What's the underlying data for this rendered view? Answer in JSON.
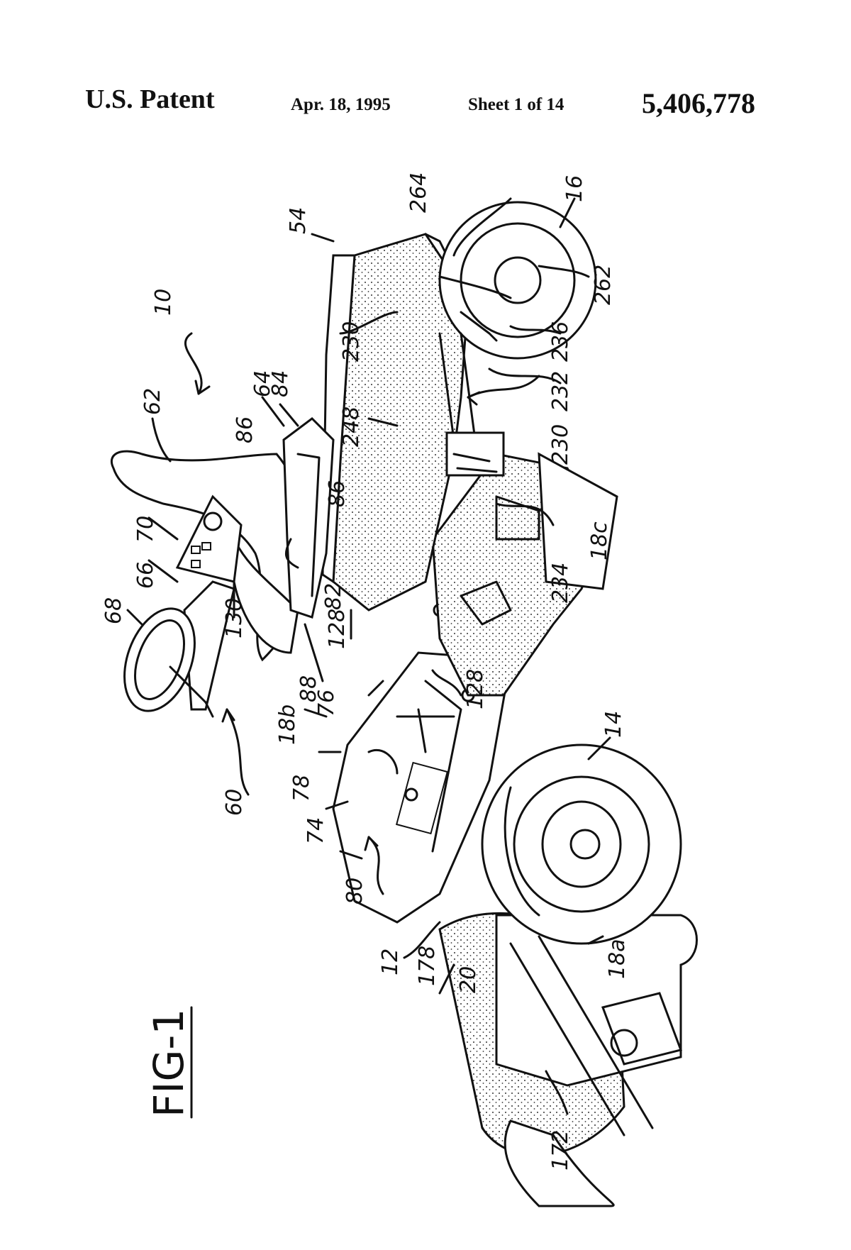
{
  "header": {
    "left": "U.S. Patent",
    "date": "Apr. 18, 1995",
    "sheet": "Sheet 1 of 14",
    "number": "5,406,778"
  },
  "figure": {
    "label": "FIG-1",
    "refs": {
      "r10": "10",
      "r62": "62",
      "r54": "54",
      "r264": "264",
      "r16": "16",
      "r262": "262",
      "r236": "236",
      "r232": "232",
      "r230a": "230",
      "r230b": "230",
      "r18c": "18c",
      "r234": "234",
      "r248": "248",
      "r84": "84",
      "r64": "64",
      "r86a": "86",
      "r86b": "86",
      "r82": "82",
      "r70": "70",
      "r66": "66",
      "r68": "68",
      "r130": "130",
      "r88": "88",
      "r128a": "128",
      "r128b": "128",
      "r76": "76",
      "r18b": "18b",
      "r78": "78",
      "r60": "60",
      "r74": "74",
      "r80": "80",
      "r14": "14",
      "r12": "12",
      "r178": "178",
      "r20": "20",
      "r18a": "18a",
      "r172": "172"
    }
  }
}
